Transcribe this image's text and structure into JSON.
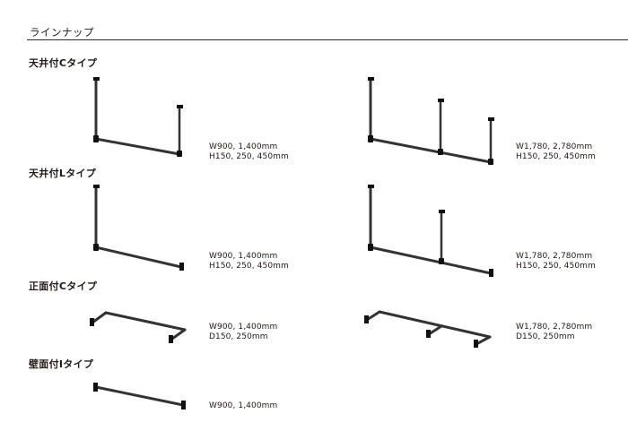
{
  "page": {
    "title": "ラインナップ"
  },
  "sections": {
    "ceiling_c": {
      "heading": "天井付Cタイプ",
      "spec_single": [
        "W900, 1,400mm",
        "H150, 250, 450mm"
      ],
      "spec_double": [
        "W1,780, 2,780mm",
        "H150, 250, 450mm"
      ]
    },
    "ceiling_l": {
      "heading": "天井付Lタイプ",
      "spec_single": [
        "W900, 1,400mm",
        "H150, 250, 450mm"
      ],
      "spec_double": [
        "W1,780, 2,780mm",
        "H150, 250, 450mm"
      ]
    },
    "front_c": {
      "heading": "正面付Cタイプ",
      "spec_single": [
        "W900, 1,400mm",
        "D150, 250mm"
      ],
      "spec_double": [
        "W1,780, 2,780mm",
        "D150, 250mm"
      ]
    },
    "wall_i": {
      "heading": "壁面付Iタイプ",
      "spec_single": [
        "W900, 1,400mm"
      ]
    }
  },
  "colors": {
    "pipe": "#333333",
    "joint": "#111111",
    "text": "#231815",
    "rule": "#2b2b2b"
  }
}
